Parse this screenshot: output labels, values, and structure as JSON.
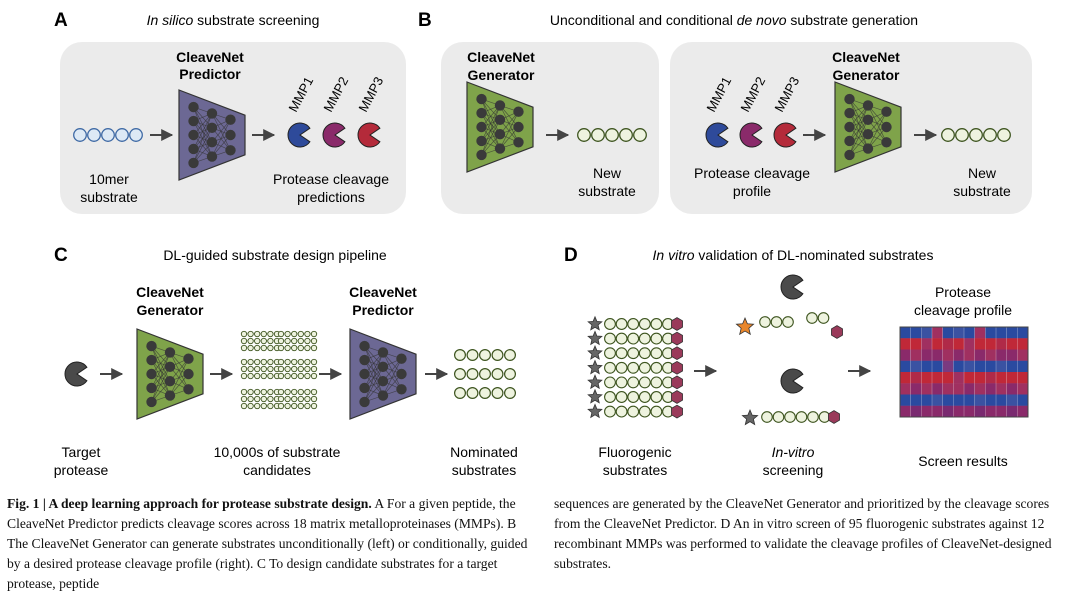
{
  "panels": {
    "A": {
      "letter": "A",
      "title_italic": "In silico",
      "title_rest": " substrate screening",
      "model": [
        "CleaveNet",
        "Predictor"
      ],
      "input_label": [
        "10mer",
        "substrate"
      ],
      "output_label": [
        "Protease cleavage",
        "predictions"
      ],
      "mmps": [
        "MMP1",
        "MMP2",
        "MMP3"
      ]
    },
    "B": {
      "letter": "B",
      "title_rest": "Unconditional and conditional ",
      "title_italic": "de novo",
      "title_tail": " substrate generation",
      "model": [
        "CleaveNet",
        "Generator"
      ],
      "left_output": [
        "New",
        "substrate"
      ],
      "profile_label": [
        "Protease cleavage",
        "profile"
      ],
      "right_output": [
        "New",
        "substrate"
      ],
      "mmps": [
        "MMP1",
        "MMP2",
        "MMP3"
      ]
    },
    "C": {
      "letter": "C",
      "title": "DL-guided substrate design pipeline",
      "generator": [
        "CleaveNet",
        "Generator"
      ],
      "predictor": [
        "CleaveNet",
        "Predictor"
      ],
      "target_label": [
        "Target",
        "protease"
      ],
      "candidates_label": [
        "10,000s of substrate",
        "candidates"
      ],
      "nominated_label": [
        "Nominated",
        "substrates"
      ]
    },
    "D": {
      "letter": "D",
      "title_italic": "In vitro",
      "title_rest": " validation of DL-nominated substrates",
      "fluoro_label": [
        "Fluorogenic",
        "substrates"
      ],
      "screen_label_italic": "In-vitro",
      "screen_label": "screening",
      "profile_title": [
        "Protease",
        "cleavage profile"
      ],
      "results_label": "Screen results"
    }
  },
  "colors": {
    "panel_bg": "#ebebeb",
    "bead_blue": "#dde9f5",
    "bead_blue_stroke": "#3f6aa5",
    "bead_green": "#eef3df",
    "bead_green_stroke": "#3e5520",
    "generator": "#7fa34a",
    "predictor": "#6c6894",
    "mmp1": "#2e4a9a",
    "mmp2": "#8a2a6a",
    "mmp3": "#b42a3a",
    "pacman_dark": "#4a4a4a",
    "quencher": "#9a3a5a",
    "star_grey": "#666666",
    "star_orange": "#e8862c"
  },
  "heatmap": {
    "rows": [
      [
        "#2a4aa0",
        "#2a4aa0",
        "#3a52a2",
        "#a03060",
        "#2a4aa0",
        "#3a52a2",
        "#2a4aa0",
        "#a03060",
        "#2a4aa0",
        "#2a4aa0",
        "#2a4aa0",
        "#2a4aa0"
      ],
      [
        "#c02838",
        "#c02838",
        "#a03060",
        "#c02838",
        "#b02a48",
        "#c02838",
        "#a03060",
        "#c02838",
        "#c02838",
        "#b02a48",
        "#c02838",
        "#c02838"
      ],
      [
        "#8a2a6a",
        "#a03060",
        "#8a2a6a",
        "#8a2a6a",
        "#a03060",
        "#8a2a6a",
        "#a03060",
        "#8a2a6a",
        "#a03060",
        "#8a2a6a",
        "#8a2a6a",
        "#a03060"
      ],
      [
        "#2a4aa0",
        "#3a52a2",
        "#2a4aa0",
        "#2a4aa0",
        "#7a3a80",
        "#2a4aa0",
        "#3a52a2",
        "#2a4aa0",
        "#2a4aa0",
        "#3a52a2",
        "#2a4aa0",
        "#2a4aa0"
      ],
      [
        "#c02838",
        "#b02a48",
        "#c02838",
        "#c02838",
        "#c02838",
        "#a03060",
        "#c02838",
        "#c02838",
        "#b02a48",
        "#c02838",
        "#c02838",
        "#c02838"
      ],
      [
        "#a03060",
        "#8a2a6a",
        "#a03060",
        "#8a2a6a",
        "#a03060",
        "#a03060",
        "#8a2a6a",
        "#a03060",
        "#8a2a6a",
        "#a03060",
        "#8a2a6a",
        "#a03060"
      ],
      [
        "#2a4aa0",
        "#2a4aa0",
        "#2a4aa0",
        "#3a52a2",
        "#2a4aa0",
        "#2a4aa0",
        "#2a4aa0",
        "#3a52a2",
        "#2a4aa0",
        "#2a4aa0",
        "#3a52a2",
        "#2a4aa0"
      ],
      [
        "#8a2a6a",
        "#7a2a70",
        "#8a2a6a",
        "#8a2a6a",
        "#7a2a70",
        "#8a2a6a",
        "#8a2a6a",
        "#7a2a70",
        "#8a2a6a",
        "#8a2a6a",
        "#7a2a70",
        "#8a2a6a"
      ]
    ]
  },
  "caption": {
    "fig_label": "Fig. 1 | A deep learning approach for protease substrate design.",
    "left_text": " A For a given peptide, the CleaveNet Predictor predicts cleavage scores across 18 matrix metal­loproteinases (MMPs). B The CleaveNet Generator can generate substrates unconditionally (left) or conditionally, guided by a desired protease cleavage profile (right). C To design candidate substrates for a target protease, peptide",
    "right_text": "sequences are generated by the CleaveNet Generator and prioritized by the clea­vage scores from the CleaveNet Predictor. D An in vitro screen of 95 fluorogenic substrates against 12 recombinant MMPs was performed to validate the cleavage profiles of CleaveNet-designed substrates."
  }
}
